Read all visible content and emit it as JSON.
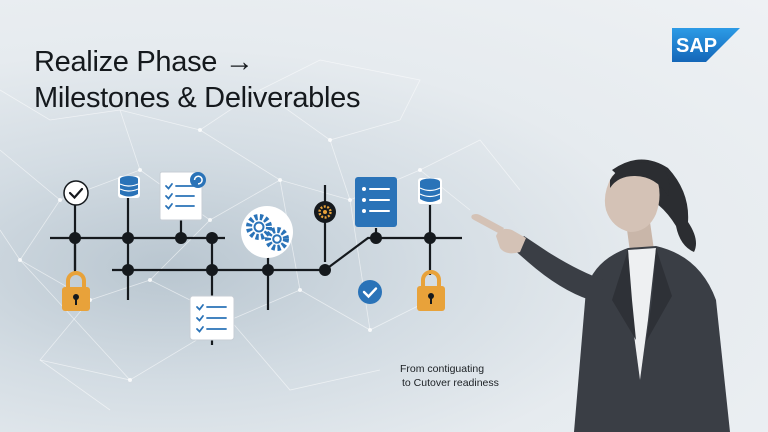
{
  "slide": {
    "title_line1": "Realize Phase →",
    "title_line2": "Milestones & Deliverables",
    "caption_line1": "From contiguating",
    "caption_line2": "to Cutover readiness"
  },
  "logo": {
    "text": "SAP",
    "color": "#1f7fd0"
  },
  "colors": {
    "accent_blue": "#2a73b8",
    "accent_orange": "#e8a23a",
    "line": "#15191d",
    "background": "#eef1f4"
  },
  "icons": [
    "check-circle-icon",
    "database-icon",
    "checklist-document-icon",
    "gear-cluster-icon",
    "settings-badge-icon",
    "list-document-icon",
    "padlock-icon",
    "checklist-icon",
    "check-badge-icon"
  ]
}
